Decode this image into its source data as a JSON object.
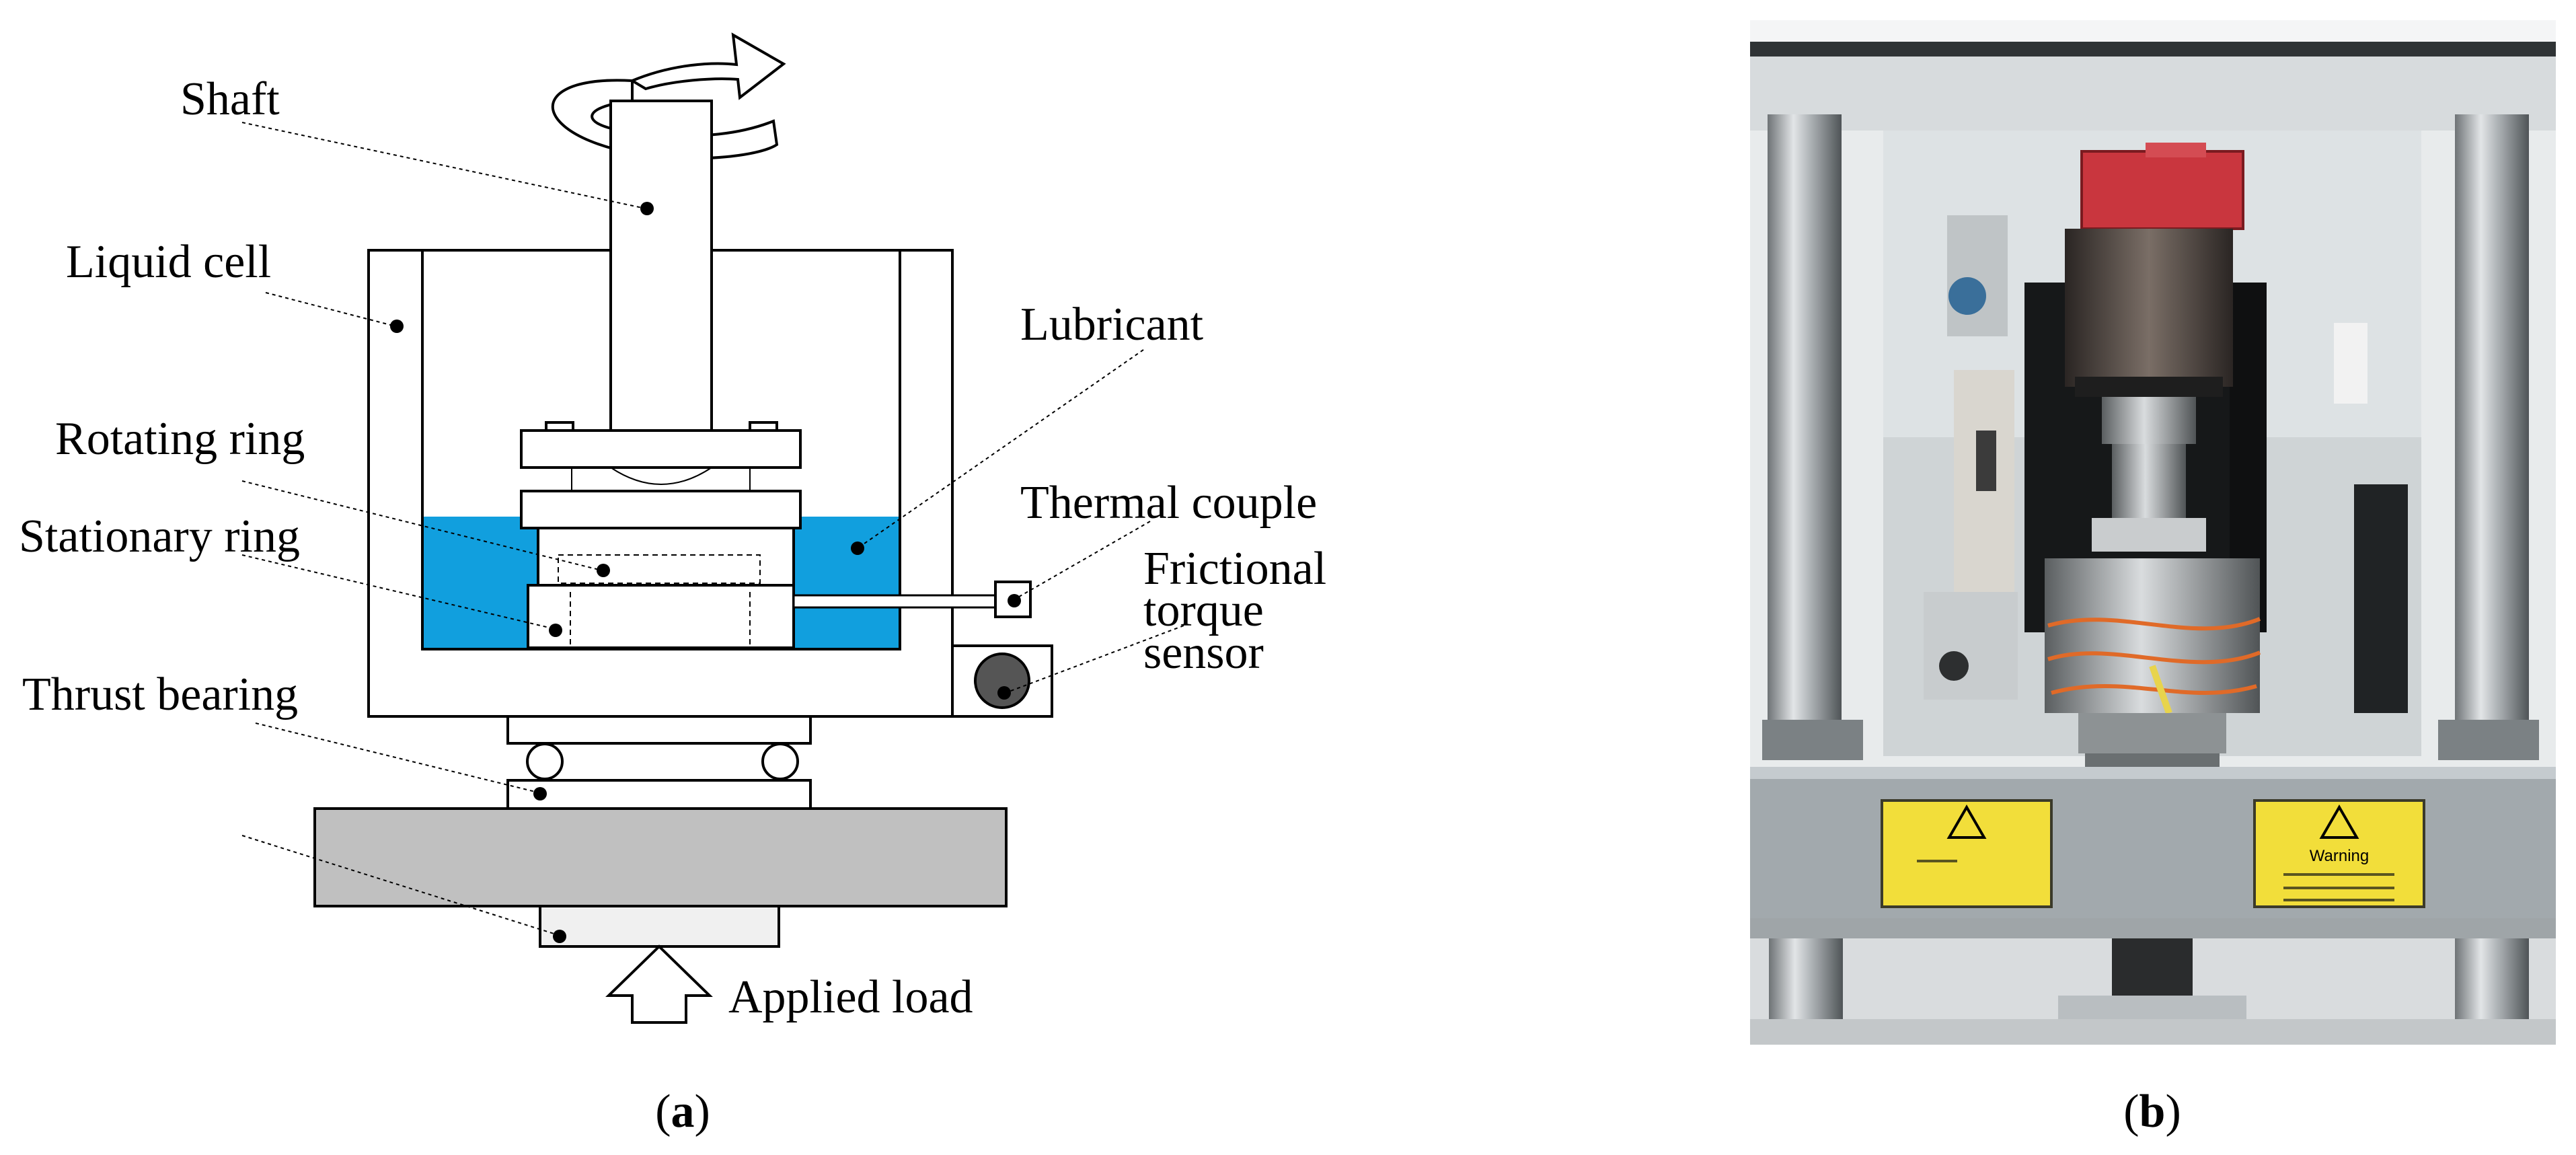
{
  "panel_a": {
    "labels": {
      "shaft": "Shaft",
      "liquid_cell": "Liquid cell",
      "lubricant": "Lubricant",
      "rotating_ring": "Rotating ring",
      "thermal_couple": "Thermal couple",
      "stationary_ring": "Stationary ring",
      "frictional_line1": "Frictional",
      "frictional_line2": "torque",
      "frictional_line3": "sensor",
      "thrust_bearing": "Thrust bearing",
      "applied_load": "Applied load"
    },
    "caption_open": "(",
    "caption_letter": "a",
    "caption_close": ")"
  },
  "panel_b": {
    "label_warning": "Warning",
    "caption_open": "(",
    "caption_letter": "b",
    "caption_close": ")"
  },
  "colors": {
    "lubricant": "#119fde",
    "base_plate": "#c0c0c0",
    "sensor": "#555555"
  }
}
